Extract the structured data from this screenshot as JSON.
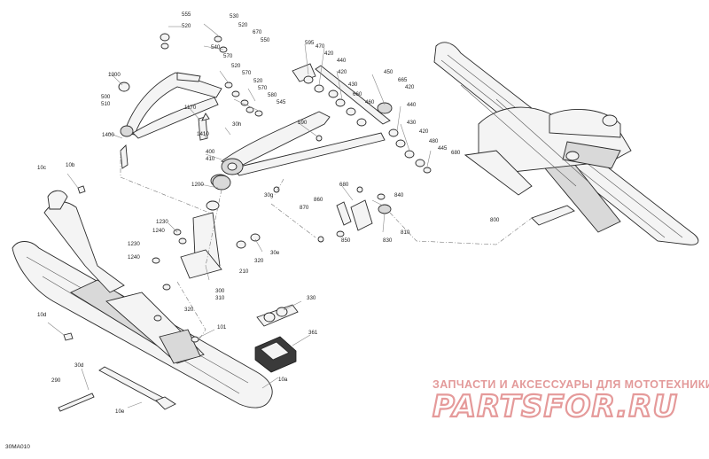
{
  "diagram_code": "30MA010",
  "watermark": {
    "tagline": "ЗАПЧАСТИ И АКСЕССУАРЫ ДЛЯ МОТОТЕХНИКИ",
    "logo": "PARTSFOR.RU"
  },
  "callouts": [
    {
      "id": "c01",
      "text": "555"
    },
    {
      "id": "c02",
      "text": "520"
    },
    {
      "id": "c03",
      "text": "530"
    },
    {
      "id": "c04",
      "text": "520"
    },
    {
      "id": "c05",
      "text": "670"
    },
    {
      "id": "c06",
      "text": "550"
    },
    {
      "id": "c07",
      "text": "540"
    },
    {
      "id": "c08",
      "text": "570"
    },
    {
      "id": "c09",
      "text": "520"
    },
    {
      "id": "c10",
      "text": "570"
    },
    {
      "id": "c11",
      "text": "520"
    },
    {
      "id": "c12",
      "text": "570"
    },
    {
      "id": "c13",
      "text": "580"
    },
    {
      "id": "c14",
      "text": "545"
    },
    {
      "id": "c15",
      "text": "1300"
    },
    {
      "id": "c16",
      "text": "500"
    },
    {
      "id": "c17",
      "text": "510"
    },
    {
      "id": "c18",
      "text": "1170"
    },
    {
      "id": "c19",
      "text": "1400"
    },
    {
      "id": "c20",
      "text": "1410"
    },
    {
      "id": "c21",
      "text": "30h"
    },
    {
      "id": "c22",
      "text": "400"
    },
    {
      "id": "c23",
      "text": "410"
    },
    {
      "id": "c24",
      "text": "595"
    },
    {
      "id": "c25",
      "text": "470"
    },
    {
      "id": "c26",
      "text": "420"
    },
    {
      "id": "c27",
      "text": "440"
    },
    {
      "id": "c28",
      "text": "420"
    },
    {
      "id": "c29",
      "text": "430"
    },
    {
      "id": "c30",
      "text": "450"
    },
    {
      "id": "c31",
      "text": "660"
    },
    {
      "id": "c32",
      "text": "665"
    },
    {
      "id": "c33",
      "text": "420"
    },
    {
      "id": "c34",
      "text": "460"
    },
    {
      "id": "c35",
      "text": "440"
    },
    {
      "id": "c36",
      "text": "590"
    },
    {
      "id": "c37",
      "text": "430"
    },
    {
      "id": "c38",
      "text": "420"
    },
    {
      "id": "c39",
      "text": "480"
    },
    {
      "id": "c40",
      "text": "445"
    },
    {
      "id": "c41",
      "text": "680"
    },
    {
      "id": "c42",
      "text": "10c"
    },
    {
      "id": "c43",
      "text": "10b"
    },
    {
      "id": "c44",
      "text": "1200"
    },
    {
      "id": "c45",
      "text": "30g"
    },
    {
      "id": "c46",
      "text": "860"
    },
    {
      "id": "c47",
      "text": "680"
    },
    {
      "id": "c48",
      "text": "840"
    },
    {
      "id": "c49",
      "text": "870"
    },
    {
      "id": "c50",
      "text": "810"
    },
    {
      "id": "c51",
      "text": "850"
    },
    {
      "id": "c52",
      "text": "830"
    },
    {
      "id": "c53",
      "text": "800"
    },
    {
      "id": "c54",
      "text": "1230"
    },
    {
      "id": "c55",
      "text": "1240"
    },
    {
      "id": "c56",
      "text": "1230"
    },
    {
      "id": "c57",
      "text": "1240"
    },
    {
      "id": "c58",
      "text": "30e"
    },
    {
      "id": "c59",
      "text": "320"
    },
    {
      "id": "c60",
      "text": "210"
    },
    {
      "id": "c61",
      "text": "300"
    },
    {
      "id": "c62",
      "text": "310"
    },
    {
      "id": "c63",
      "text": "320"
    },
    {
      "id": "c64",
      "text": "330"
    },
    {
      "id": "c65",
      "text": "10d"
    },
    {
      "id": "c66",
      "text": "101"
    },
    {
      "id": "c67",
      "text": "361"
    },
    {
      "id": "c68",
      "text": "30d"
    },
    {
      "id": "c69",
      "text": "290"
    },
    {
      "id": "c70",
      "text": "10a"
    },
    {
      "id": "c71",
      "text": "10e"
    }
  ]
}
